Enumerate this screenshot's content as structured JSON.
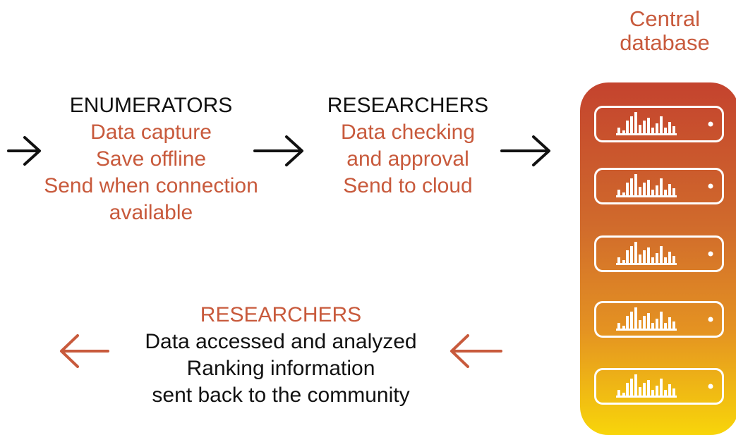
{
  "flow_top": {
    "enumerators": {
      "heading": "ENUMERATORS",
      "lines": [
        "Data capture",
        "Save offline",
        "Send when connection",
        "available"
      ]
    },
    "researchers": {
      "heading": "RESEARCHERS",
      "lines": [
        "Data checking",
        "and approval",
        "Send to cloud"
      ]
    }
  },
  "database": {
    "title_lines": [
      "Central",
      "database"
    ],
    "server_count": 5
  },
  "flow_bottom": {
    "heading": "RESEARCHERS",
    "lines": [
      "Data accessed and analyzed",
      "Ranking information",
      "sent back to the community"
    ]
  },
  "colors": {
    "accent": "#c85a3c",
    "text": "#111111",
    "db_top": "#c4432e",
    "db_bottom": "#f8d50a"
  },
  "icons": {
    "forward_arrow": "arrow-right-icon",
    "return_arrow": "arrow-left-icon",
    "server": "server-rack-icon"
  }
}
